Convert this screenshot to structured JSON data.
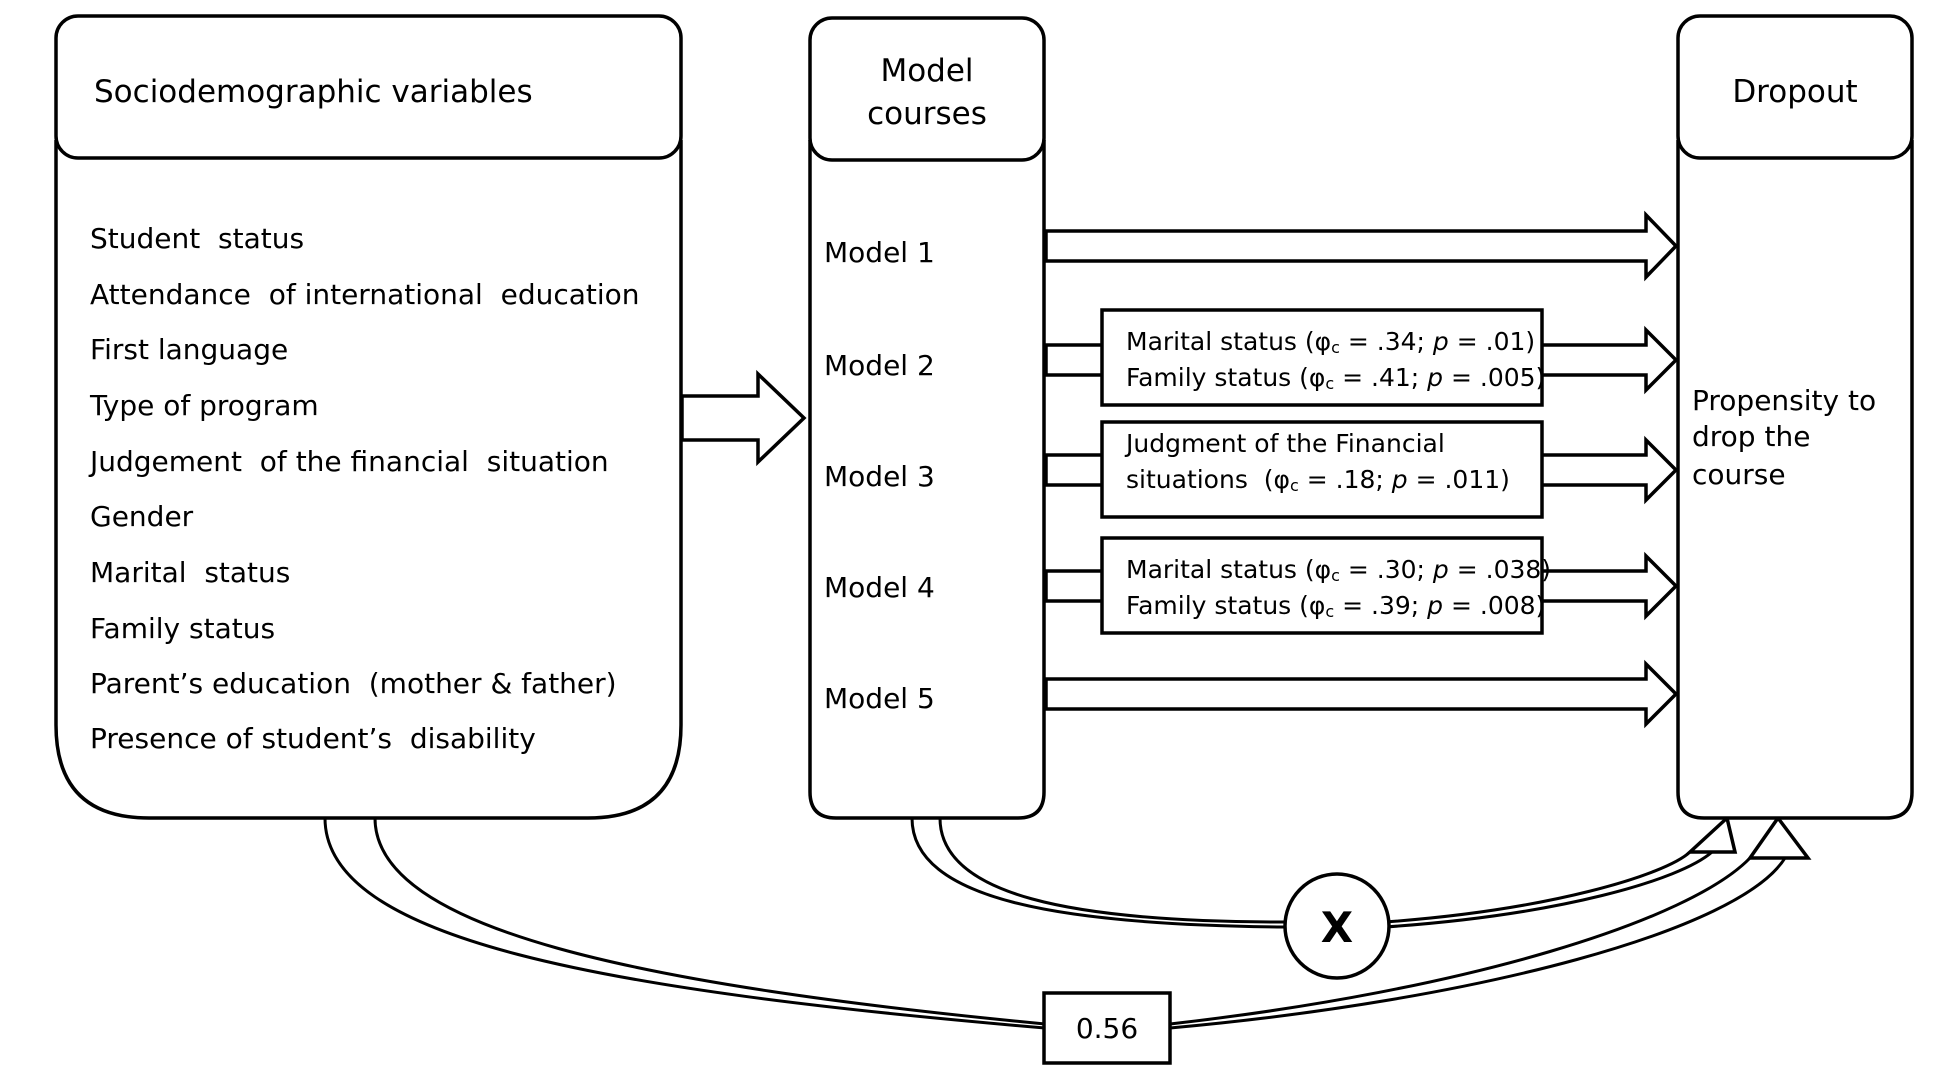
{
  "sociodemographic": {
    "title": "Sociodemographic variables",
    "variables": [
      "Student  status",
      "Attendance  of international  education",
      "First language",
      "Type of program",
      "Judgement  of the financial  situation",
      "Gender",
      "Marital  status",
      "Family status",
      "Parent’s education  (mother & father)",
      "Presence of student’s  disability"
    ]
  },
  "models": {
    "title_line1": "Model",
    "title_line2": "courses",
    "items": [
      "Model 1",
      "Model 2",
      "Model 3",
      "Model 4",
      "Model 5"
    ]
  },
  "effects": {
    "model2": {
      "line1": {
        "pre": "Marital status (φ",
        "sub": "c",
        "mid": " = .34; ",
        "p": "p",
        "post": " = .01)"
      },
      "line2": {
        "pre": "Family status (φ",
        "sub": "c",
        "mid": " = .41; ",
        "p": "p",
        "post": " = .005)"
      }
    },
    "model3": {
      "line1": {
        "text": "Judgment of the Financial"
      },
      "line2": {
        "pre": "situations  (φ",
        "sub": "c",
        "mid": " = .18; ",
        "p": "p",
        "post": " = .011)"
      }
    },
    "model4": {
      "line1": {
        "pre": "Marital status (φ",
        "sub": "c",
        "mid": " = .30; ",
        "p": "p",
        "post": " = .038)"
      },
      "line2": {
        "pre": "Family status (φ",
        "sub": "c",
        "mid": " = .39; ",
        "p": "p",
        "post": " = .008)"
      }
    }
  },
  "dropout": {
    "title": "Dropout",
    "propensity": [
      "Propensity to",
      "drop the",
      "course"
    ]
  },
  "interaction": {
    "symbol": "X"
  },
  "direct_effect": {
    "value": "0.56"
  }
}
